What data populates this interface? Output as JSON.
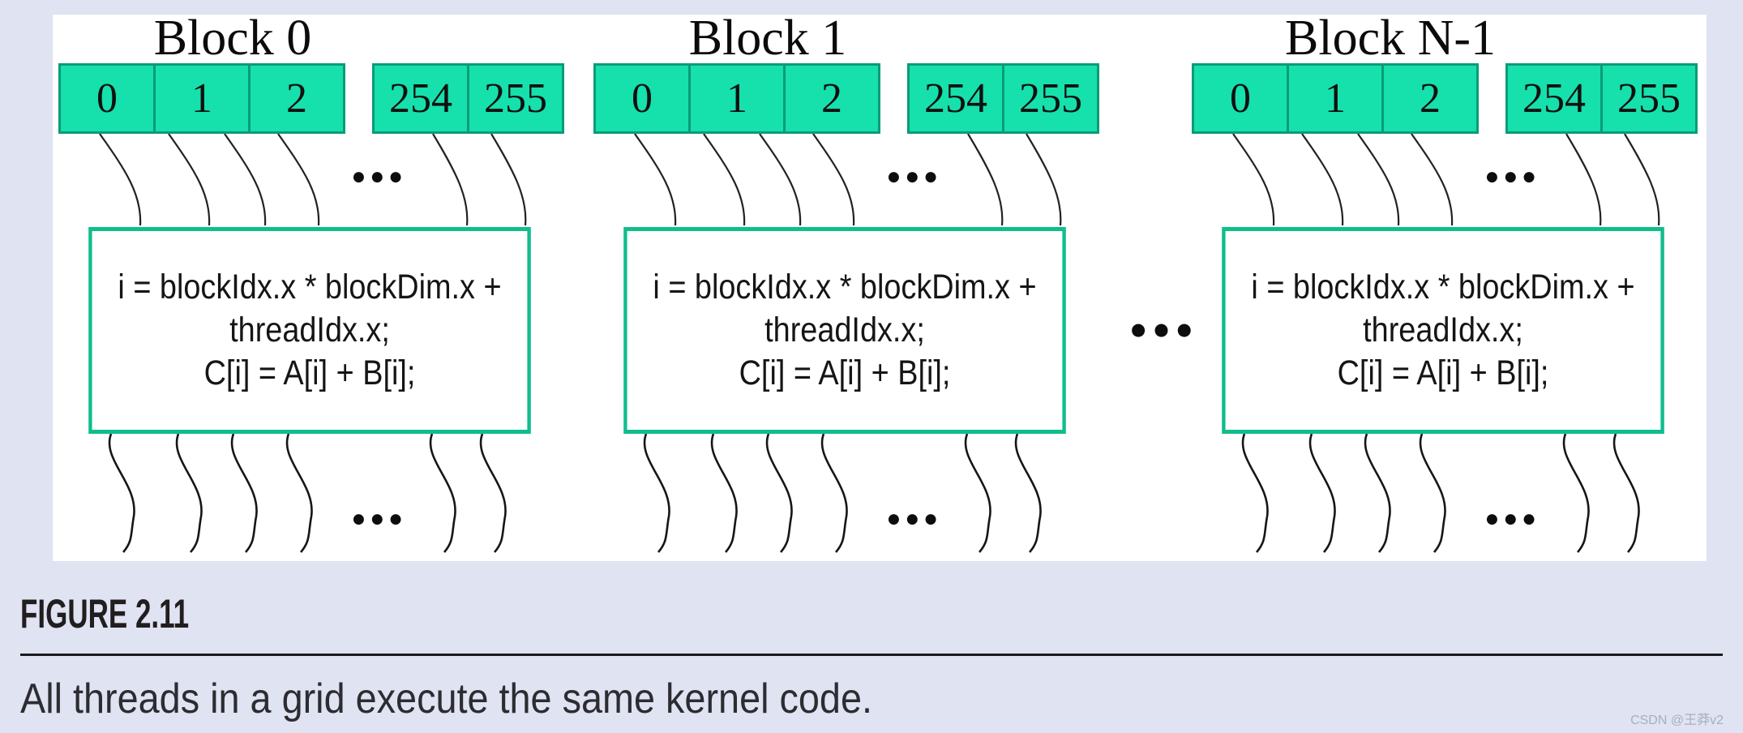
{
  "page": {
    "background": "#dfe3f2"
  },
  "diagram": {
    "panel_bg": "#ffffff",
    "blocks": [
      {
        "title": "Block 0"
      },
      {
        "title": "Block 1"
      },
      {
        "title": "Block N-1"
      }
    ],
    "thread_labels_left": [
      "0",
      "1",
      "2"
    ],
    "thread_labels_right": [
      "254",
      "255"
    ],
    "code_lines": [
      "i = blockIdx.x * blockDim.x +",
      "threadIdx.x;",
      "C[i] = A[i] + B[i];"
    ],
    "ellipsis": "●●●",
    "colors": {
      "cell_fill": "#16e0ab",
      "cell_border": "#0a9c77",
      "code_box_border": "#10bd8d",
      "arrow": "#161616",
      "page_background": "#dfe3f2"
    }
  },
  "figure": {
    "label": "FIGURE 2.11",
    "caption": "All threads in a grid execute the same kernel code."
  },
  "watermark": {
    "text": "CSDN @王莽v2"
  }
}
